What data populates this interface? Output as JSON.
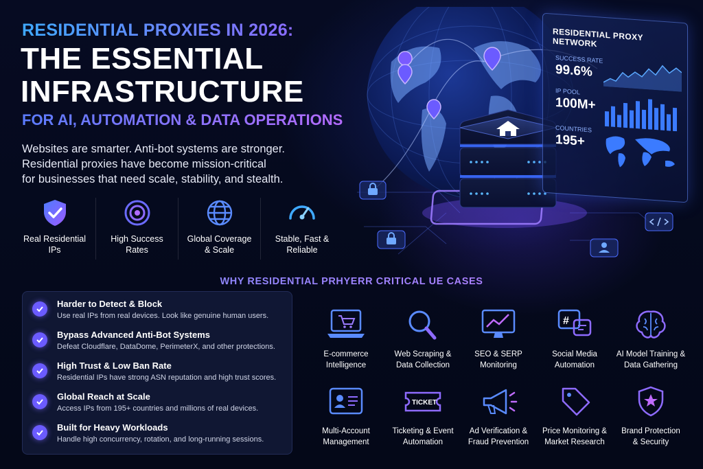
{
  "header": {
    "kicker": "RESIDENTIAL PROXIES IN 2026:",
    "headline_line1": "THE ESSENTIAL",
    "headline_line2": "INFRASTRUCTURE",
    "sub_kicker": "FOR AI, AUTOMATION & DATA OPERATIONS"
  },
  "intro": {
    "line1": "Websites are smarter. Anti-bot systems are stronger.",
    "line2": "Residential proxies have become mission-critical",
    "line3": "for businesses that need scale, stability, and stealth."
  },
  "features": [
    {
      "icon": "shield-check-icon",
      "line1": "Real Residential",
      "line2": "IPs"
    },
    {
      "icon": "target-icon",
      "line1": "High Success",
      "line2": "Rates"
    },
    {
      "icon": "globe-icon",
      "line1": "Global Coverage",
      "line2": "& Scale"
    },
    {
      "icon": "speedometer-icon",
      "line1": "Stable, Fast &",
      "line2": "Reliable"
    }
  ],
  "panel": {
    "title": "RESIDENTIAL PROXY NETWORK",
    "stats": [
      {
        "label": "SUCCESS RATE",
        "value": "99.6%"
      },
      {
        "label": "IP POOL",
        "value": "100M+"
      },
      {
        "label": "COUNTRIES",
        "value": "195+"
      }
    ]
  },
  "section_title": "WHY RESIDENTIAL PRHYERR CRITICAL UE CASES",
  "benefits": [
    {
      "title": "Harder to Detect & Block",
      "desc": "Use real IPs from real devices. Look like genuine human users."
    },
    {
      "title": "Bypass Advanced Anti-Bot Systems",
      "desc": "Defeat Cloudflare, DataDome, PerimeterX, and other protections."
    },
    {
      "title": "High Trust & Low Ban Rate",
      "desc": "Residential IPs have strong ASN reputation and high trust scores."
    },
    {
      "title": "Global Reach at Scale",
      "desc": "Access IPs from 195+ countries and millions of real devices."
    },
    {
      "title": "Built for Heavy Workloads",
      "desc": "Handle high concurrency, rotation, and long-running sessions."
    }
  ],
  "use_cases": [
    {
      "icon": "laptop-cart-icon",
      "line1": "E-commerce",
      "line2": "Intelligence"
    },
    {
      "icon": "magnifier-icon",
      "line1": "Web Scraping &",
      "line2": "Data Collection"
    },
    {
      "icon": "monitor-chart-icon",
      "line1": "SEO & SERP",
      "line2": "Monitoring"
    },
    {
      "icon": "social-hashtag-icon",
      "line1": "Social Media",
      "line2": "Automation"
    },
    {
      "icon": "brain-icon",
      "line1": "AI Model Training &",
      "line2": "Data Gathering"
    },
    {
      "icon": "id-card-icon",
      "line1": "Multi-Account",
      "line2": "Management"
    },
    {
      "icon": "ticket-icon",
      "line1": "Ticketing & Event",
      "line2": "Automation"
    },
    {
      "icon": "megaphone-icon",
      "line1": "Ad Verification &",
      "line2": "Fraud Prevention"
    },
    {
      "icon": "price-tag-icon",
      "line1": "Price Monitoring &",
      "line2": "Market Research"
    },
    {
      "icon": "brand-shield-icon",
      "line1": "Brand Protection",
      "line2": "& Security"
    }
  ],
  "ticket_text": "TICKET",
  "colors": {
    "accent_blue": "#3fa9ff",
    "accent_purple": "#8a6bff",
    "check": "#6b5bff",
    "background": "#050a1e"
  }
}
